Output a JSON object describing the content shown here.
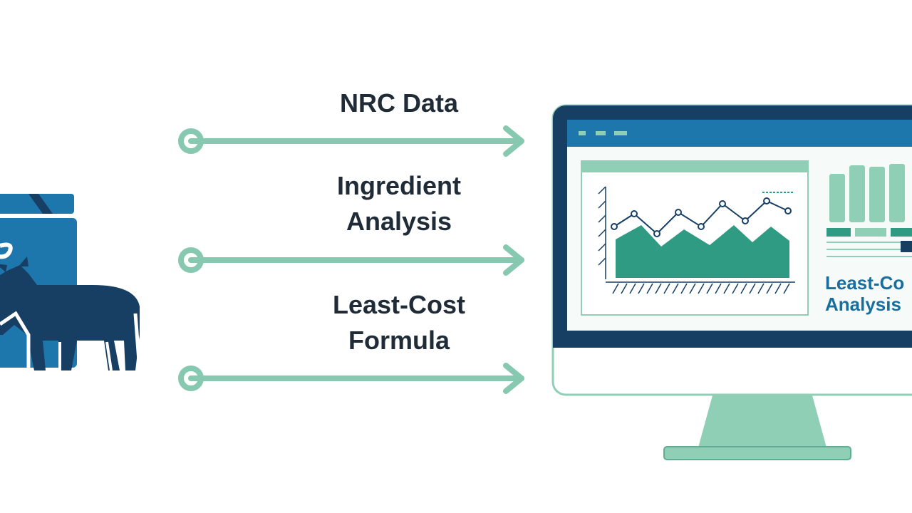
{
  "flow": {
    "inputs": [
      {
        "lines": [
          "NRC Data"
        ]
      },
      {
        "lines": [
          "Ingredient",
          "Analysis"
        ]
      },
      {
        "lines": [
          "Least-Cost",
          "Formula"
        ]
      }
    ]
  },
  "monitor": {
    "panel_text": [
      "Least-Co",
      "Analysis"
    ]
  },
  "colors": {
    "arrow": "#86c9b0",
    "navy": "#173e63",
    "blue": "#1d77ad",
    "teal": "#2f9b83",
    "mint": "#8fcfb5"
  },
  "icons": {
    "livestock": "cow-icon",
    "feed": "feed-bag-icon",
    "computer": "monitor-icon"
  }
}
